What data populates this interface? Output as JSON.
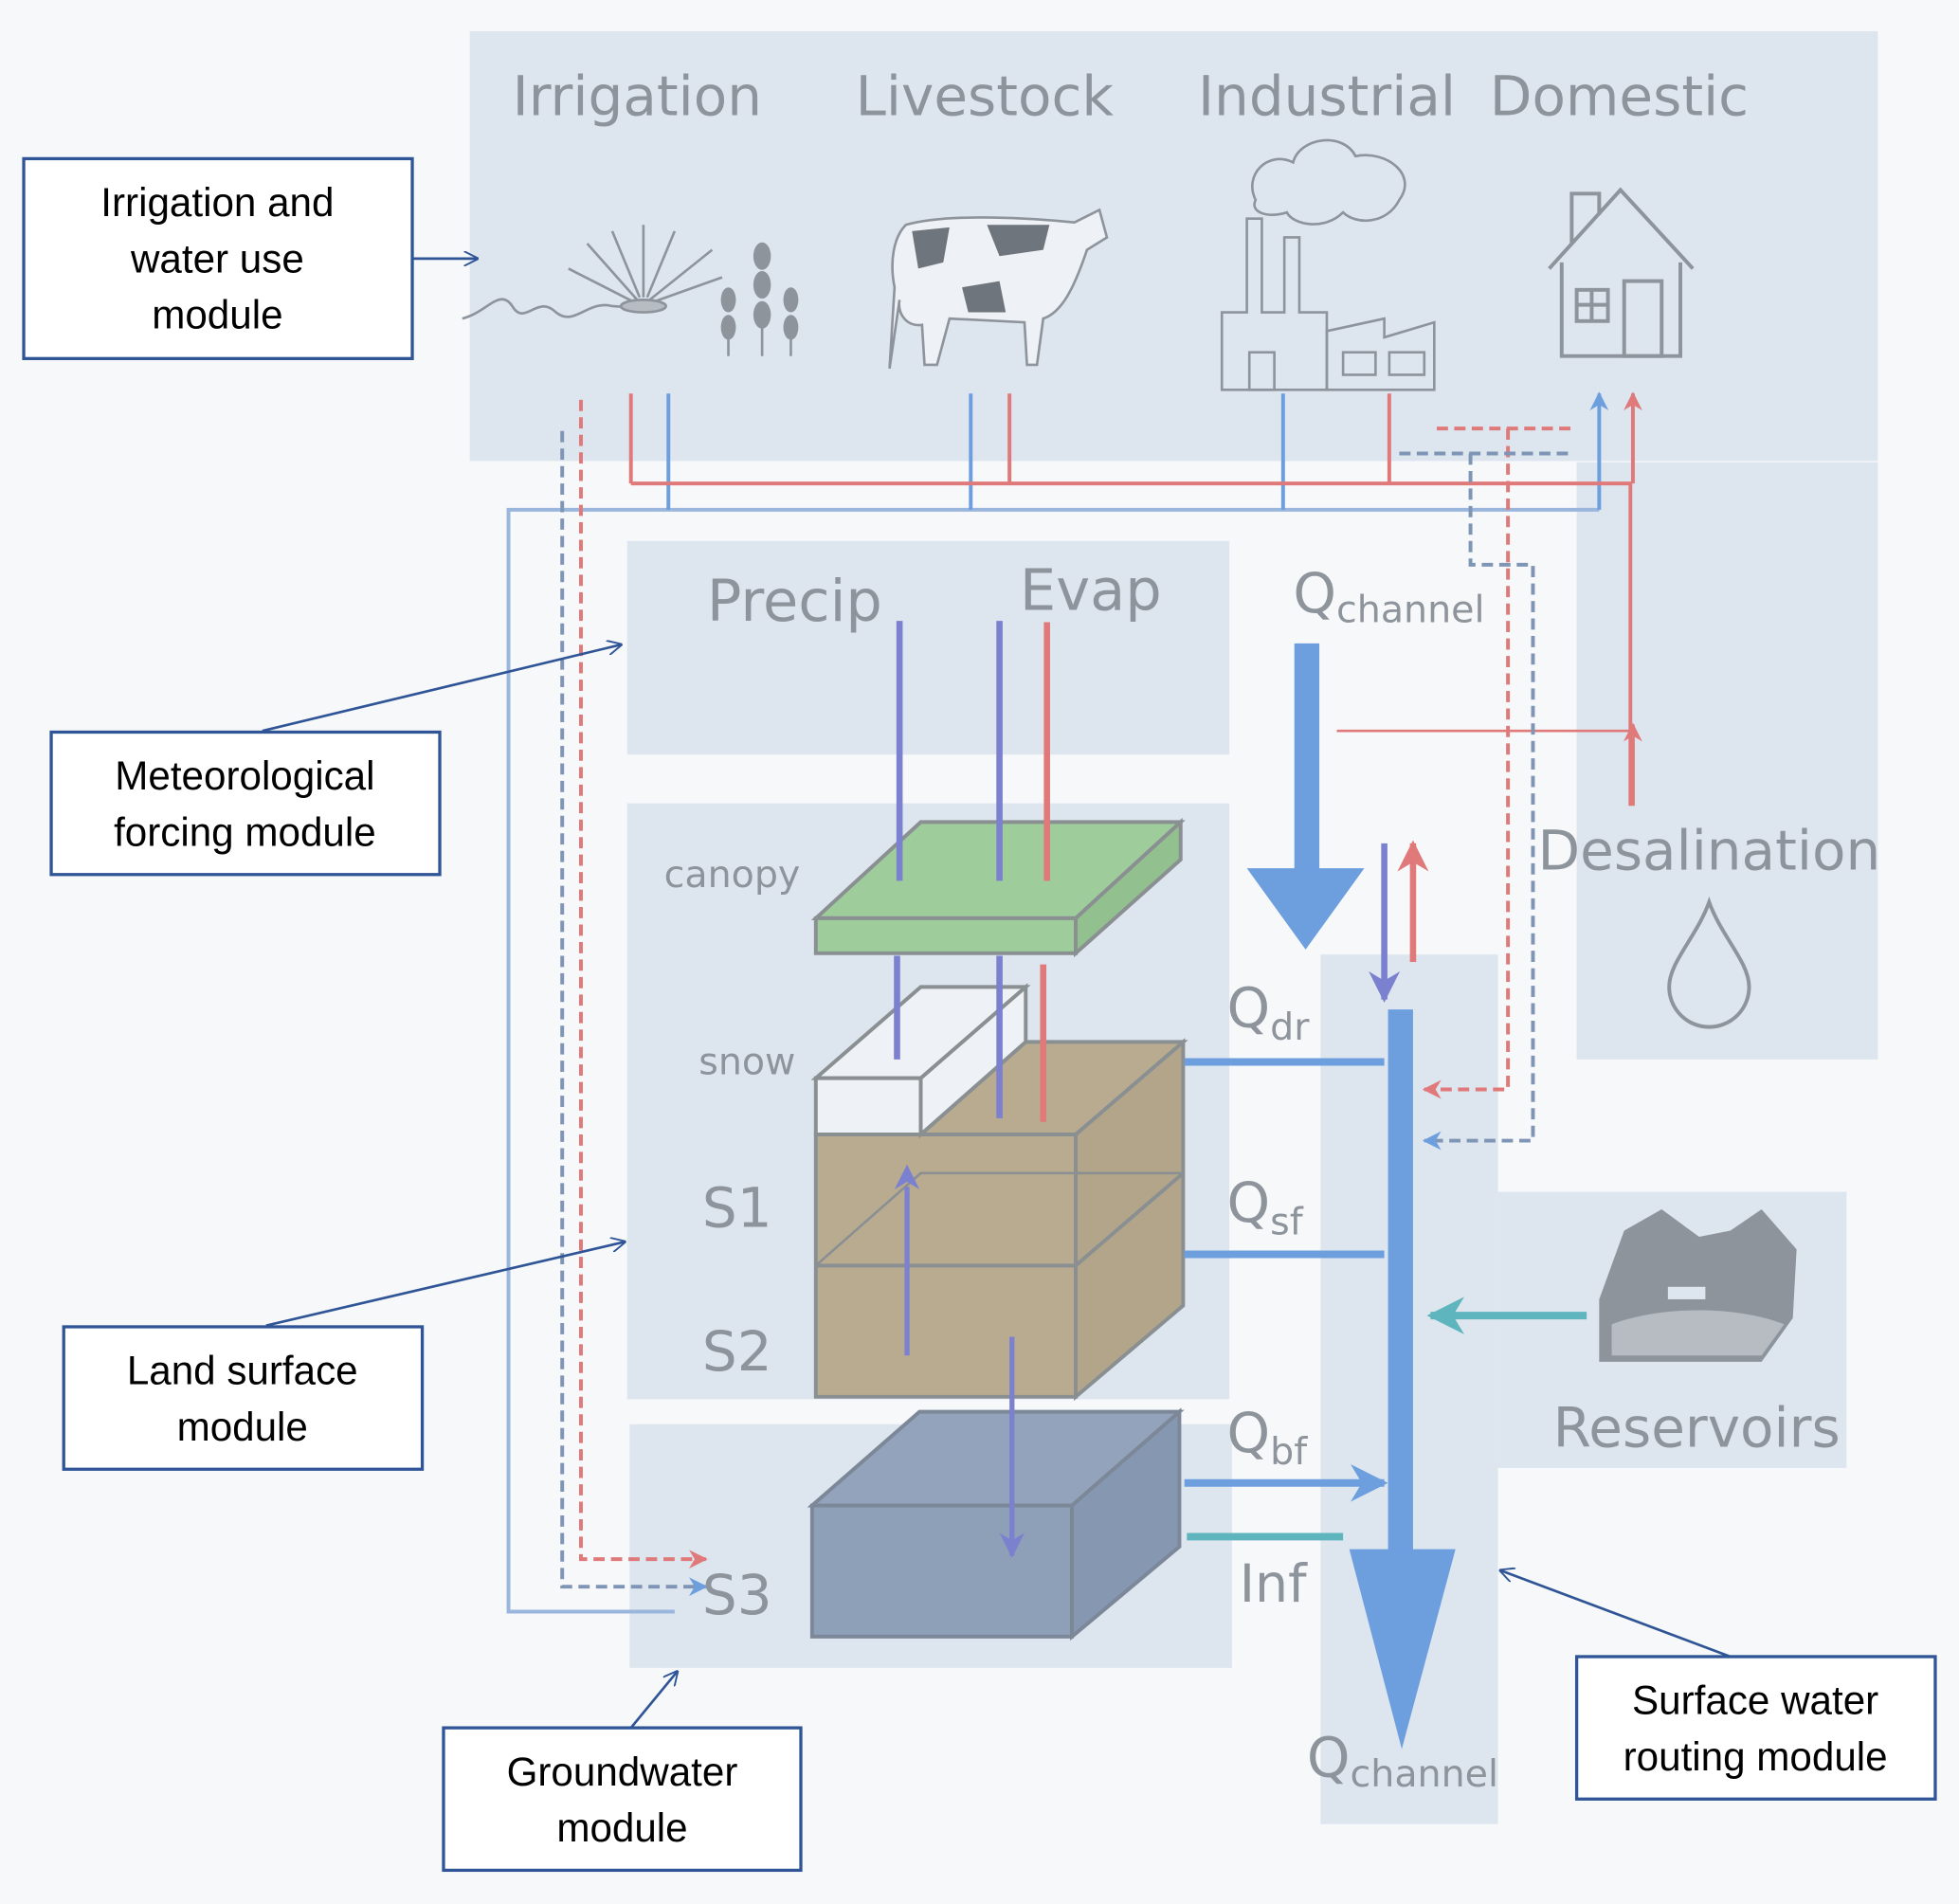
{
  "sectors": {
    "irrigation": "Irrigation",
    "livestock": "Livestock",
    "industrial": "Industrial",
    "domestic": "Domestic"
  },
  "forcing": {
    "precip": "Precip",
    "evap": "Evap"
  },
  "routing": {
    "q": "Q",
    "channel_sub": "channel",
    "dr": "dr",
    "sf": "sf",
    "bf": "bf",
    "inf": "Inf"
  },
  "land": {
    "canopy": "canopy",
    "snow": "snow",
    "s1": "S1",
    "s2": "S2",
    "s3": "S3"
  },
  "desalination": "Desalination",
  "reservoirs": "Reservoirs",
  "modules": {
    "irrigation": [
      "Irrigation and",
      "water use",
      "module"
    ],
    "meteorological": [
      "Meteorological",
      "forcing module"
    ],
    "land_surface": [
      "Land surface",
      "module"
    ],
    "groundwater": [
      "Groundwater",
      "module"
    ],
    "surface_water": [
      "Surface water",
      "routing module"
    ]
  },
  "colors": {
    "panel": "#dde5ef",
    "water_blue": "#6d9fdf",
    "return_red": "#e07a7a",
    "vertical_purple": "#7b80cf",
    "inflow_teal": "#5fb5bd",
    "module_border": "#2f5597"
  }
}
